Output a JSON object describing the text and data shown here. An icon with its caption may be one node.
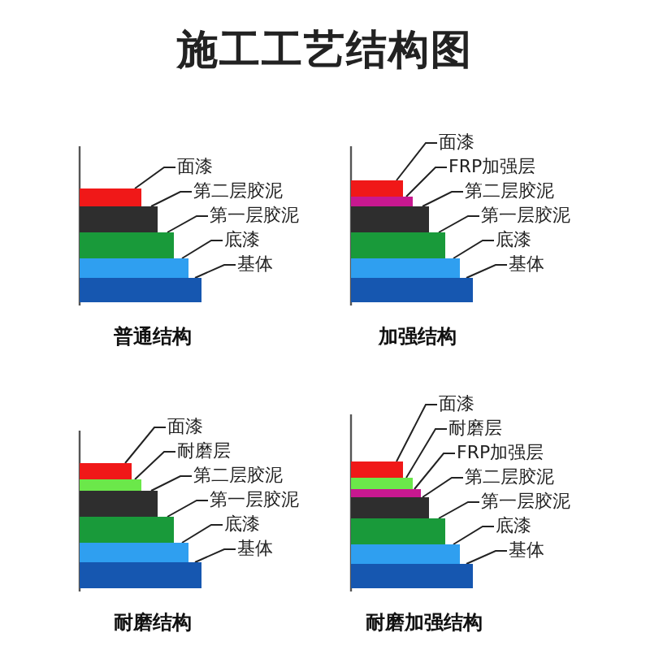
{
  "diagram": {
    "title": "施工工艺结构图",
    "nodes": [
      {
        "text": [
          "面漆"
        ]
      },
      {
        "text": [],
        "shape": "bar"
      },
      {
        "text": [
          "第二层胶泥"
        ]
      },
      {
        "text": [],
        "shape": "bar"
      },
      {
        "text": [
          "第一层胶泥"
        ]
      },
      {
        "text": [],
        "shape": "bar"
      },
      {
        "text": [
          "底漆"
        ]
      },
      {
        "text": [],
        "shape": "bar"
      },
      {
        "text": [
          "基体"
        ]
      },
      {
        "text": [],
        "shape": "bar"
      },
      {
        "text": [
          "面漆"
        ]
      },
      {
        "text": [],
        "shape": "bar"
      },
      {
        "text": [
          "FRP加强层"
        ]
      },
      {
        "text": [],
        "shape": "bar"
      },
      {
        "text": [
          "第二层胶泥"
        ]
      },
      {
        "text": [],
        "shape": "bar"
      },
      {
        "text": [
          "第一层胶泥"
        ]
      },
      {
        "text": [],
        "shape": "bar"
      },
      {
        "text": [
          "底漆"
        ]
      },
      {
        "text": [],
        "shape": "bar"
      },
      {
        "text": [
          "基体"
        ]
      },
      {
        "text": [],
        "shape": "bar"
      },
      {
        "text": [
          "面漆"
        ]
      },
      {
        "text": [],
        "shape": "bar"
      },
      {
        "text": [
          "耐磨层"
        ]
      },
      {
        "text": [],
        "shape": "bar"
      },
      {
        "text": [
          "第二层胶泥"
        ]
      },
      {
        "text": [],
        "shape": "bar"
      },
      {
        "text": [
          "第一层胶泥"
        ]
      },
      {
        "text": [],
        "shape": "bar"
      },
      {
        "text": [
          "底漆"
        ]
      },
      {
        "text": [],
        "shape": "bar"
      },
      {
        "text": [
          "基体"
        ]
      },
      {
        "text": [],
        "shape": "bar"
      },
      {
        "text": [
          "面漆"
        ]
      },
      {
        "text": [],
        "shape": "bar"
      },
      {
        "text": [
          "耐磨层"
        ]
      },
      {
        "text": [],
        "shape": "bar"
      },
      {
        "text": [
          "FRP加强层"
        ]
      },
      {
        "text": [],
        "shape": "bar"
      },
      {
        "text": [
          "第二层胶泥"
        ]
      },
      {
        "text": [],
        "shape": "bar"
      },
      {
        "text": [
          "第一层胶泥"
        ]
      },
      {
        "text": [],
        "shape": "bar"
      },
      {
        "text": [
          "底漆"
        ]
      },
      {
        "text": [],
        "shape": "bar"
      },
      {
        "text": [
          "基体"
        ]
      },
      {
        "text": [],
        "shape": "bar"
      }
    ],
    "edges": [
      {
        "from": 0,
        "to": 1,
        "arrow": "none"
      },
      {
        "from": 2,
        "to": 3,
        "arrow": "none"
      },
      {
        "from": 4,
        "to": 5,
        "arrow": "none"
      },
      {
        "from": 6,
        "to": 7,
        "arrow": "none"
      },
      {
        "from": 8,
        "to": 9,
        "arrow": "none"
      },
      {
        "from": 10,
        "to": 11,
        "arrow": "none"
      },
      {
        "from": 12,
        "to": 13,
        "arrow": "none"
      },
      {
        "from": 14,
        "to": 15,
        "arrow": "none"
      },
      {
        "from": 16,
        "to": 17,
        "arrow": "none"
      },
      {
        "from": 18,
        "to": 19,
        "arrow": "none"
      },
      {
        "from": 20,
        "to": 21,
        "arrow": "none"
      },
      {
        "from": 22,
        "to": 23,
        "arrow": "none"
      },
      {
        "from": 24,
        "to": 25,
        "arrow": "none"
      },
      {
        "from": 26,
        "to": 27,
        "arrow": "none"
      },
      {
        "from": 28,
        "to": 29,
        "arrow": "none"
      },
      {
        "from": 30,
        "to": 31,
        "arrow": "none"
      },
      {
        "from": 32,
        "to": 33,
        "arrow": "none"
      },
      {
        "from": 34,
        "to": 35,
        "arrow": "none"
      },
      {
        "from": 36,
        "to": 37,
        "arrow": "none"
      },
      {
        "from": 38,
        "to": 39,
        "arrow": "none"
      },
      {
        "from": 40,
        "to": 41,
        "arrow": "none"
      },
      {
        "from": 42,
        "to": 43,
        "arrow": "none"
      },
      {
        "from": 44,
        "to": 45,
        "arrow": "none"
      },
      {
        "from": 46,
        "to": 47,
        "arrow": "none"
      }
    ],
    "labels": [
      "普通结构",
      "加强结构",
      "耐磨结构",
      "耐磨加强结构"
    ]
  }
}
